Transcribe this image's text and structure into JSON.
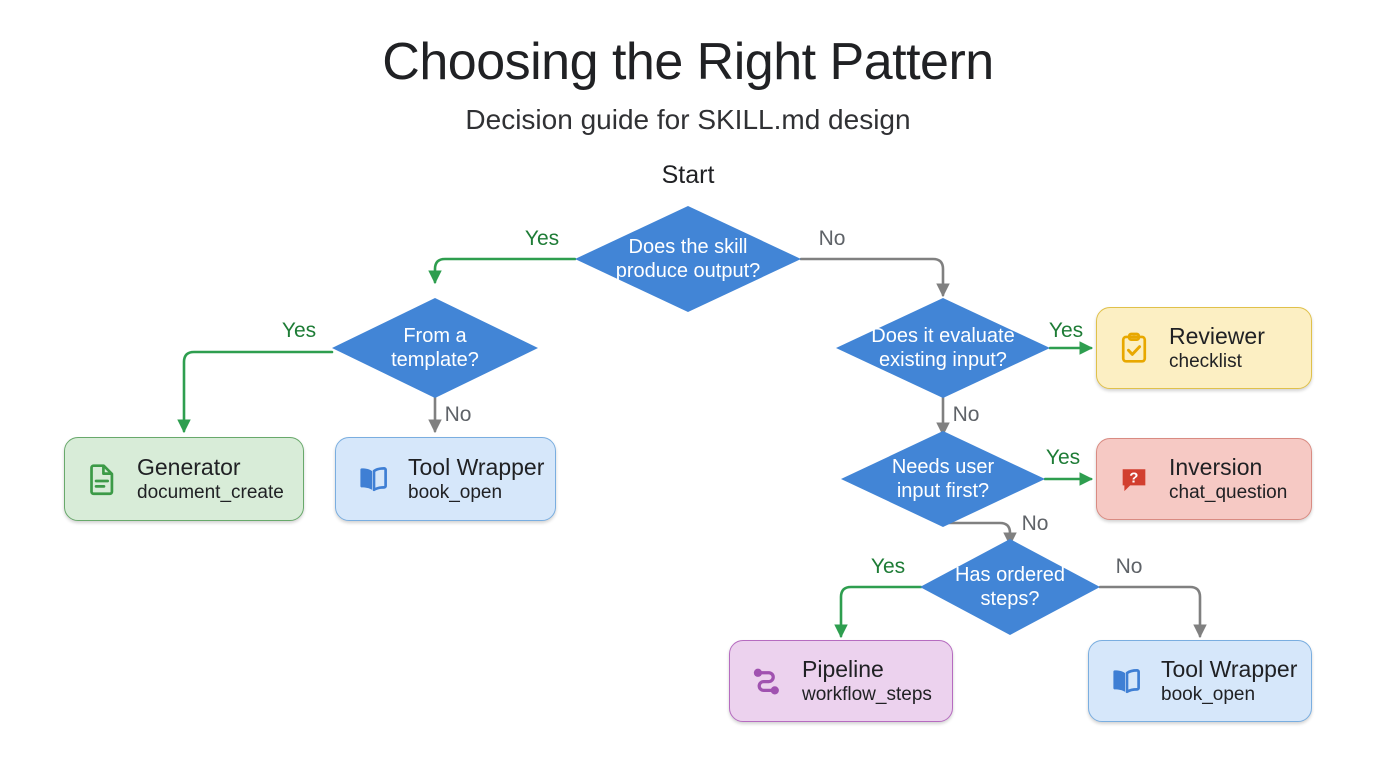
{
  "header": {
    "title": "Choosing the Right Pattern",
    "subtitle": "Decision guide for SKILL.md design"
  },
  "colors": {
    "decision_fill": "#4285d6",
    "decision_text": "#ffffff",
    "yes_edge": "#2e9e4f",
    "no_edge": "#808080",
    "yes_label": "#1e7c36",
    "no_label": "#5f6368",
    "generator_fill": "#d8ecd8",
    "generator_border": "#68a96b",
    "generator_icon": "#3c9a47",
    "tool_wrapper_fill": "#d6e7fa",
    "tool_wrapper_border": "#7aaee0",
    "tool_wrapper_icon": "#3f7fd4",
    "reviewer_fill": "#fcefc3",
    "reviewer_border": "#e0c14a",
    "reviewer_icon": "#e8a800",
    "inversion_fill": "#f6c9c4",
    "inversion_border": "#d98b82",
    "inversion_icon": "#d23f2f",
    "pipeline_fill": "#ecd2ee",
    "pipeline_border": "#b66cc0",
    "pipeline_icon": "#a052b0"
  },
  "start_label": "Start",
  "decisions": [
    {
      "id": "d-produce-output",
      "text": "Does the skill\nproduce output?"
    },
    {
      "id": "d-from-template",
      "text": "From a\ntemplate?"
    },
    {
      "id": "d-evaluate-input",
      "text": "Does it evaluate\nexisting input?"
    },
    {
      "id": "d-needs-user-input",
      "text": "Needs user\ninput first?"
    },
    {
      "id": "d-ordered-steps",
      "text": "Has ordered\nsteps?"
    }
  ],
  "outcomes": [
    {
      "id": "o-generator",
      "title": "Generator",
      "sub": "document_create",
      "icon": "document-icon"
    },
    {
      "id": "o-tool-wrapper-left",
      "title": "Tool Wrapper",
      "sub": "book_open",
      "icon": "book-icon"
    },
    {
      "id": "o-reviewer",
      "title": "Reviewer",
      "sub": "checklist",
      "icon": "clipboard-check-icon"
    },
    {
      "id": "o-inversion",
      "title": "Inversion",
      "sub": "chat_question",
      "icon": "chat-question-icon"
    },
    {
      "id": "o-pipeline",
      "title": "Pipeline",
      "sub": "workflow_steps",
      "icon": "workflow-icon"
    },
    {
      "id": "o-tool-wrapper-right",
      "title": "Tool Wrapper",
      "sub": "book_open",
      "icon": "book-icon"
    }
  ],
  "edge_labels": [
    {
      "id": "e-produce-yes",
      "text": "Yes",
      "kind": "yes"
    },
    {
      "id": "e-produce-no",
      "text": "No",
      "kind": "no"
    },
    {
      "id": "e-template-yes",
      "text": "Yes",
      "kind": "yes"
    },
    {
      "id": "e-template-no",
      "text": "No",
      "kind": "no"
    },
    {
      "id": "e-evaluate-yes",
      "text": "Yes",
      "kind": "yes"
    },
    {
      "id": "e-evaluate-no",
      "text": "No",
      "kind": "no"
    },
    {
      "id": "e-userinput-yes",
      "text": "Yes",
      "kind": "yes"
    },
    {
      "id": "e-userinput-no",
      "text": "No",
      "kind": "no"
    },
    {
      "id": "e-ordered-yes",
      "text": "Yes",
      "kind": "yes"
    },
    {
      "id": "e-ordered-no",
      "text": "No",
      "kind": "no"
    }
  ]
}
